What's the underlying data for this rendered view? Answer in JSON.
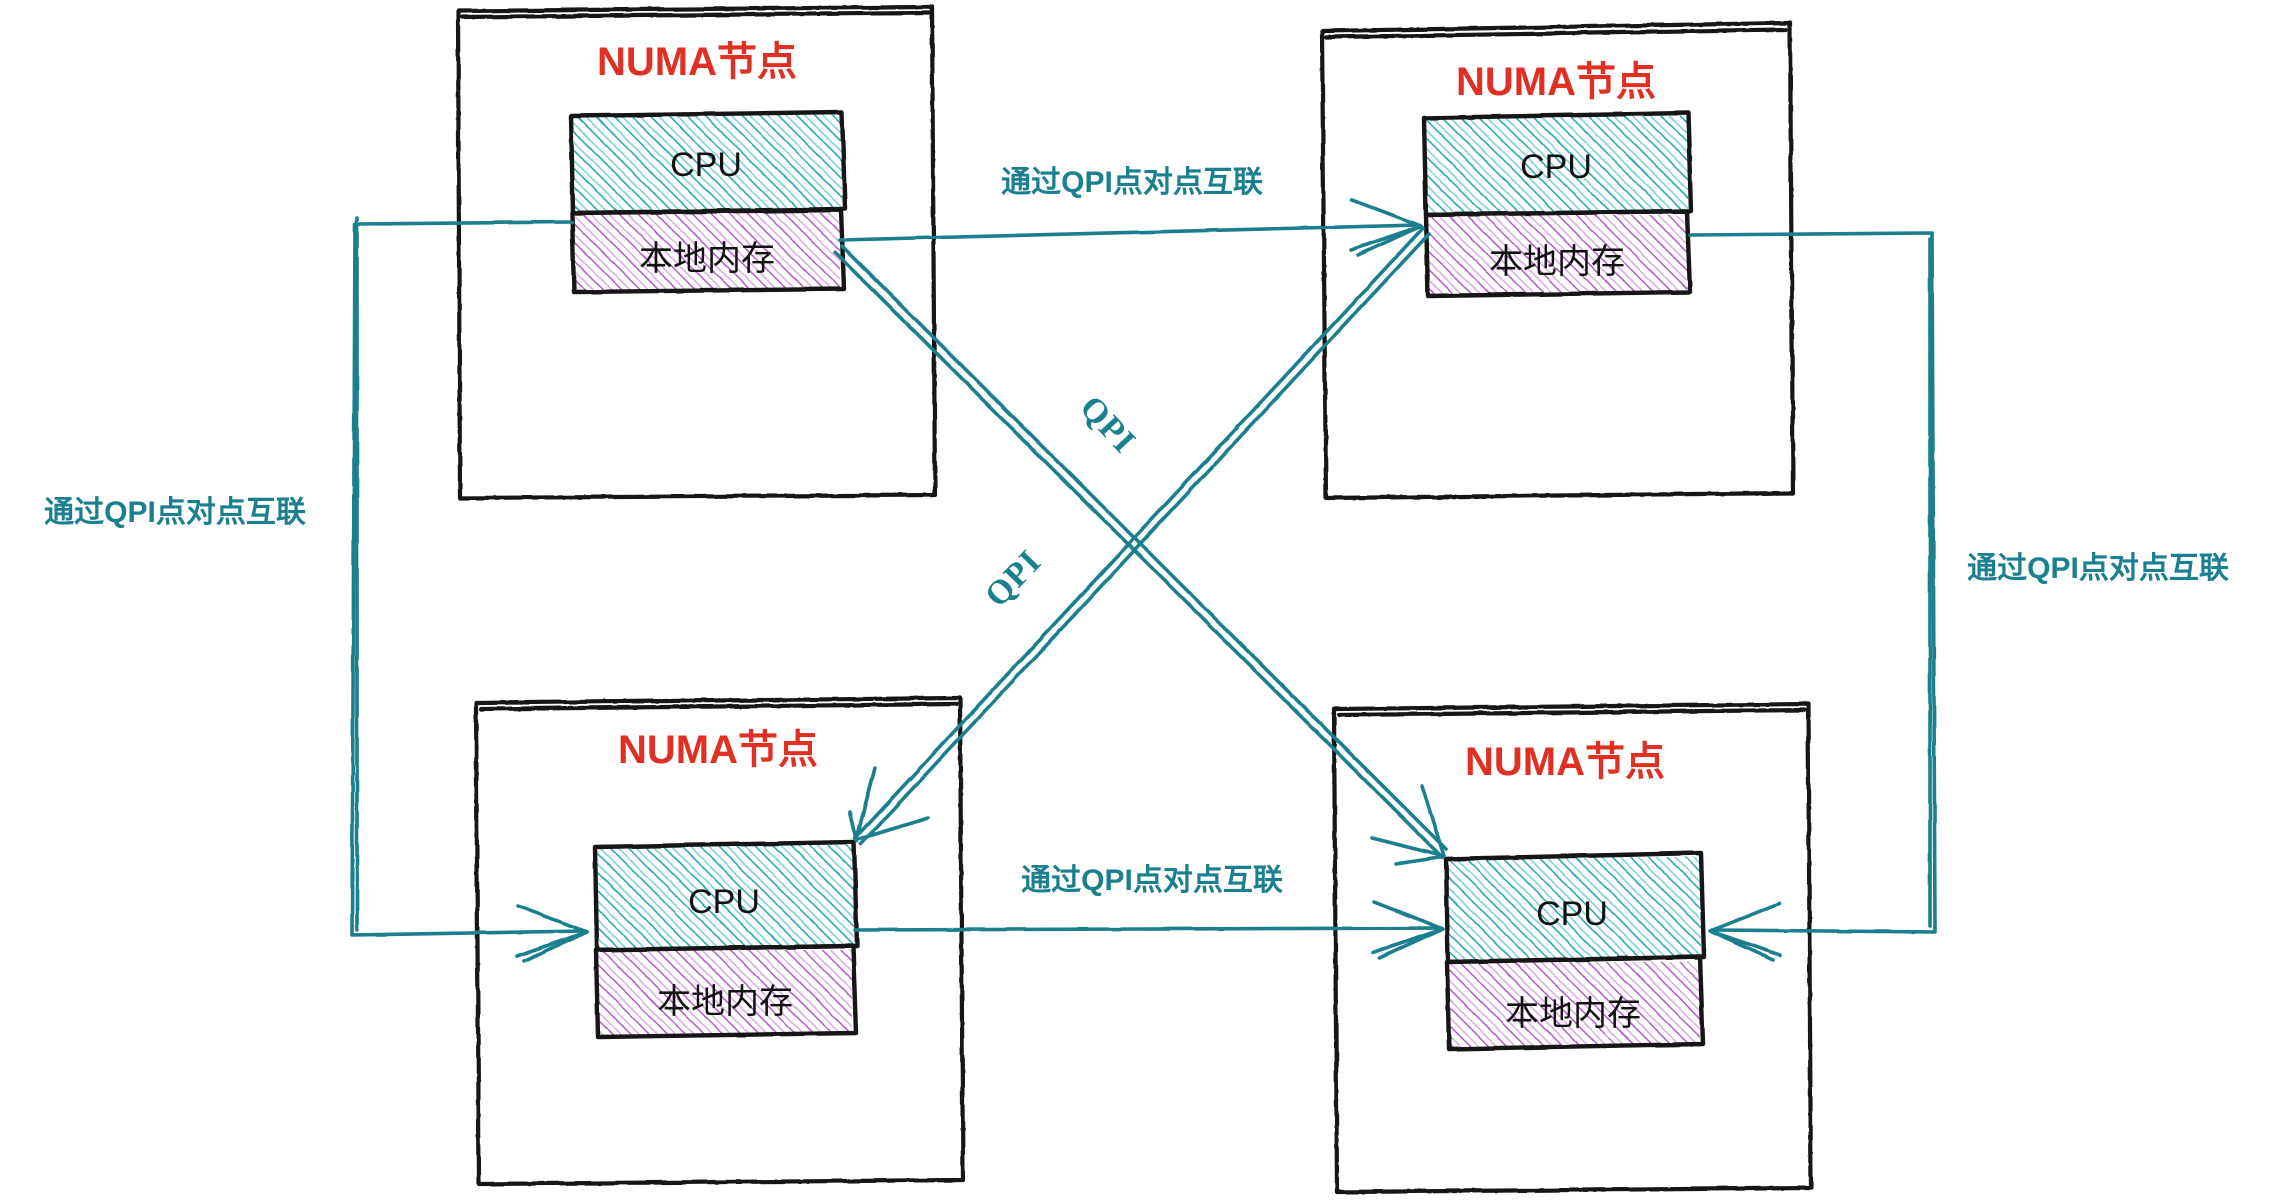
{
  "diagram": {
    "title_text": "NUMA节点",
    "cpu_text": "CPU",
    "memory_text": "本地内存",
    "qpi_short": "QPI",
    "qpi_long": "通过QPI点对点互联",
    "colors": {
      "node_title": "#e03024",
      "cpu_hatch": "#2aa8b0",
      "memory_hatch": "#b35cc8",
      "link": "#1a7f8e",
      "box_stroke": "#121212",
      "background": "#ffffff"
    },
    "nodes": [
      {
        "id": "node-top-left",
        "title": "NUMA节点",
        "cpu": "CPU",
        "memory": "本地内存"
      },
      {
        "id": "node-top-right",
        "title": "NUMA节点",
        "cpu": "CPU",
        "memory": "本地内存"
      },
      {
        "id": "node-bottom-left",
        "title": "NUMA节点",
        "cpu": "CPU",
        "memory": "本地内存"
      },
      {
        "id": "node-bottom-right",
        "title": "NUMA节点",
        "cpu": "CPU",
        "memory": "本地内存"
      }
    ],
    "links": [
      {
        "id": "link-top",
        "label": "通过QPI点对点互联"
      },
      {
        "id": "link-bottom",
        "label": "通过QPI点对点互联"
      },
      {
        "id": "link-left",
        "label": "通过QPI点对点互联"
      },
      {
        "id": "link-right",
        "label": "通过QPI点对点互联"
      },
      {
        "id": "link-diagonal-a",
        "label": "QPI"
      },
      {
        "id": "link-diagonal-b",
        "label": "QPI"
      }
    ]
  }
}
